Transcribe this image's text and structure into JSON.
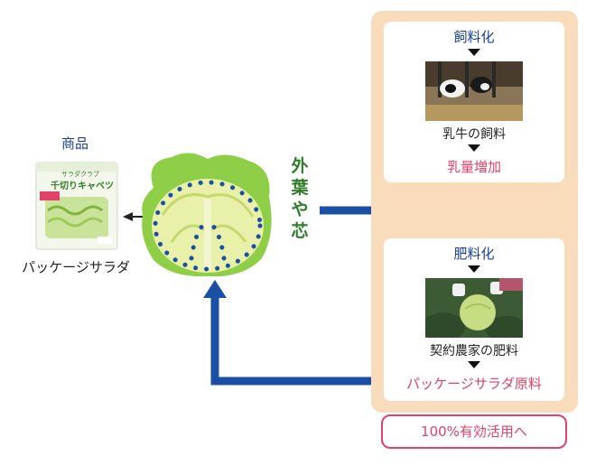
{
  "product": {
    "label": "商品",
    "caption": "パッケージサラダ",
    "package_brand": "サラダクラブ",
    "package_name": "千切りキャベツ"
  },
  "center": {
    "outer_leaves_chars": [
      "外",
      "葉",
      "や",
      "芯"
    ]
  },
  "feed_card": {
    "title": "飼料化",
    "photo_icon": "dairy-cows-photo",
    "text": "乳牛の飼料",
    "result": "乳量増加"
  },
  "fert_card": {
    "title": "肥料化",
    "photo_icon": "cabbage-harvest-photo",
    "text": "契約農家の肥料",
    "result": "パッケージサラダ原料"
  },
  "badge": "100%有効活用へ",
  "colors": {
    "flow_arrow": "#1a4fa3",
    "accent_pink": "#e0426a",
    "title_blue": "#1a3f93",
    "leaf_green": "#2f7d2a",
    "panel_bg": "#f9dcbc"
  }
}
